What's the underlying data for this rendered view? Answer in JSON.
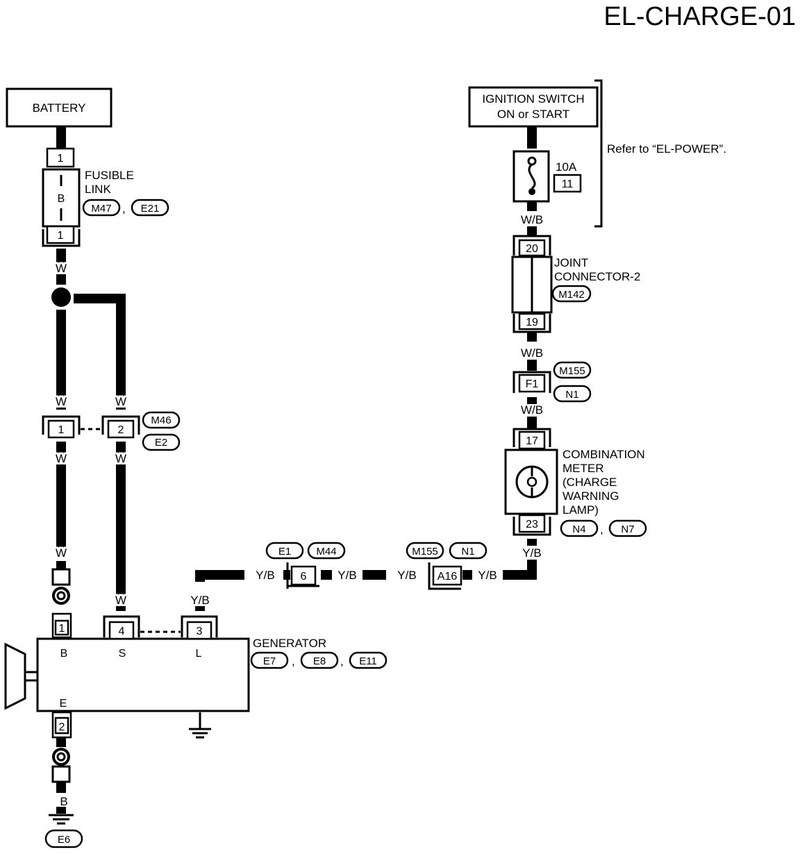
{
  "page_title": "EL-CHARGE-01",
  "battery": {
    "label": "BATTERY"
  },
  "fusible_link": {
    "label_line1": "FUSIBLE",
    "label_line2": "LINK",
    "pin_top": "1",
    "pin_bottom": "1",
    "body_letter": "B",
    "connectors": [
      "M47",
      "E21"
    ],
    "separator": ","
  },
  "ignition_switch": {
    "line1": "IGNITION SWITCH",
    "line2": "ON or START"
  },
  "fuse": {
    "rating": "10A",
    "number": "11"
  },
  "refer_note": "Refer to “EL-POWER”.",
  "joint_connector": {
    "label_line1": "JOINT",
    "label_line2": "CONNECTOR-2",
    "pin_top": "20",
    "pin_bottom": "19",
    "connector": "M142"
  },
  "f1_connector": {
    "pin": "F1",
    "connectors": [
      "M155",
      "N1"
    ]
  },
  "combination_meter": {
    "label_lines": [
      "COMBINATION",
      "METER",
      "(CHARGE",
      "WARNING",
      "LAMP)"
    ],
    "pin_top": "17",
    "pin_bottom": "23",
    "connectors": [
      "N4",
      "N7"
    ],
    "separator": ","
  },
  "m46_connector": {
    "pin_left": "1",
    "pin_right": "2",
    "connectors": [
      "M46",
      "E2"
    ]
  },
  "e1_connector": {
    "pin": "6",
    "connectors": [
      "E1",
      "M44"
    ]
  },
  "a16_connector": {
    "pin": "A16",
    "connectors": [
      "M155",
      "N1"
    ]
  },
  "generator": {
    "label": "GENERATOR",
    "terminals": {
      "b": "B",
      "s": "S",
      "l": "L",
      "e": "E"
    },
    "pins": {
      "b": "1",
      "s": "4",
      "l": "3",
      "e": "2"
    },
    "connectors": [
      "E7",
      "E8",
      "E11"
    ],
    "separator": ","
  },
  "ground": {
    "connector": "E6"
  },
  "wire_colors": {
    "battery_out": "W",
    "left_upper": "W",
    "right_upper": "W",
    "left_lower": "W",
    "right_lower": "W",
    "left_bottom": "W",
    "gen_s": "W",
    "gen_l": "Y/B",
    "ground": "B",
    "ign_out": "W/B",
    "joint_out": "W/B",
    "f1_out": "W/B",
    "meter_out": "Y/B",
    "yb1": "Y/B",
    "yb2": "Y/B",
    "yb3": "Y/B",
    "yb4": "Y/B"
  }
}
